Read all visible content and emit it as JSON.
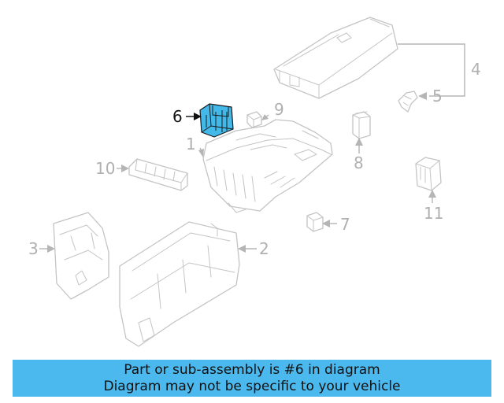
{
  "diagram": {
    "labels": {
      "p1": "1",
      "p2": "2",
      "p3": "3",
      "p4": "4",
      "p5": "5",
      "p6": "6",
      "p7": "7",
      "p8": "8",
      "p9": "9",
      "p10": "10",
      "p11": "11"
    },
    "highlighted_part": "6",
    "colors": {
      "highlight": "#43b9ea",
      "line": "#c4c4c4",
      "label": "#b0b0b0"
    }
  },
  "banner": {
    "line1": "Part or sub-assembly is #6 in diagram",
    "line2": "Diagram may not be specific to your vehicle",
    "background": "#4bb8ee"
  }
}
